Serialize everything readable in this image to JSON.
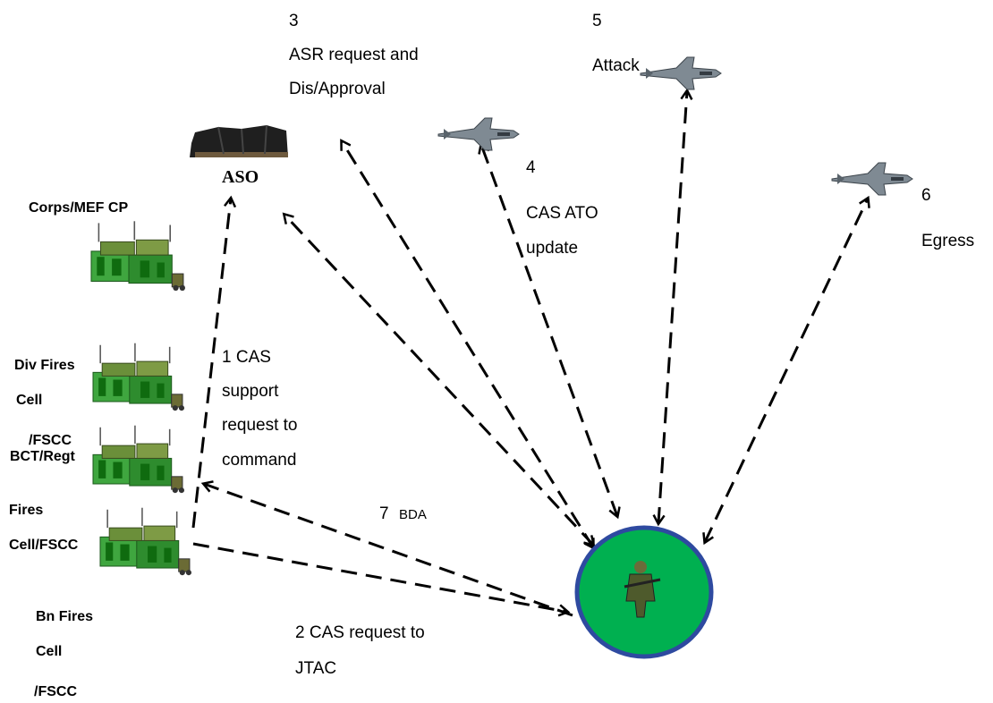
{
  "nodes": {
    "aso": {
      "label": "ASO"
    },
    "corps": {
      "label": "Corps/MEF CP"
    },
    "div": {
      "label_line1": "Div Fires",
      "label_line2": "Cell",
      "label_line3": "/FSCC"
    },
    "bct": {
      "label_line1": "BCT/Regt",
      "label_line2": "Fires",
      "label_line3": "Cell/FSCC"
    },
    "bn": {
      "label_line1": "Bn Fires",
      "label_line2": "Cell",
      "label_line3": "/FSCC"
    },
    "jtac": {
      "fill": "#00b050",
      "border": "#2e4aa0"
    }
  },
  "steps": {
    "s1": {
      "line1": "1 CAS",
      "line2": "support",
      "line3": "request to",
      "line4": "command"
    },
    "s2": {
      "line1": "2  CAS request to",
      "line2": "JTAC"
    },
    "s3": {
      "num": "3",
      "line1": "ASR request and",
      "line2": "Dis/Approval"
    },
    "s4": {
      "num": "4",
      "line1": "CAS ATO",
      "line2": "update"
    },
    "s5": {
      "num": "5",
      "label": "Attack"
    },
    "s6": {
      "num": "6",
      "label": "Egress"
    },
    "s7": {
      "num": "7",
      "label": "BDA"
    }
  },
  "icons": [
    "tent-icon",
    "command-post-icon",
    "fighter-jet-icon",
    "soldier-icon"
  ]
}
